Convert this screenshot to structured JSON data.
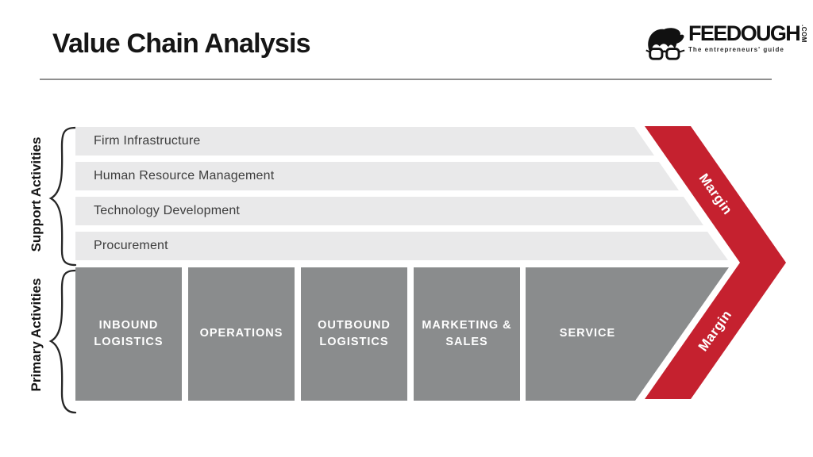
{
  "header": {
    "title": "Value Chain Analysis"
  },
  "logo": {
    "icon": "face-with-glasses-icon",
    "brand": "FEEDOUGH",
    "tld": ".COM",
    "tagline": "The entrepreneurs' guide"
  },
  "diagram": {
    "support": {
      "label": "Support Activities",
      "rows": [
        {
          "label": "Firm Infrastructure"
        },
        {
          "label": "Human Resource Management"
        },
        {
          "label": "Technology Development"
        },
        {
          "label": "Procurement"
        }
      ]
    },
    "primary": {
      "label": "Primary Activities",
      "blocks": [
        {
          "label": "INBOUND LOGISTICS"
        },
        {
          "label": "OPERATIONS"
        },
        {
          "label": "OUTBOUND LOGISTICS"
        },
        {
          "label": "MARKETING & SALES"
        },
        {
          "label": "SERVICE"
        }
      ]
    },
    "margin": {
      "label": "Margin"
    }
  },
  "colors": {
    "accent": "#C5212F",
    "bargray": "#E9E9EA",
    "blockgray": "#8A8C8D",
    "bartext": "#3D3D3D",
    "ink": "#161616",
    "rule": "#8F8F8F"
  }
}
